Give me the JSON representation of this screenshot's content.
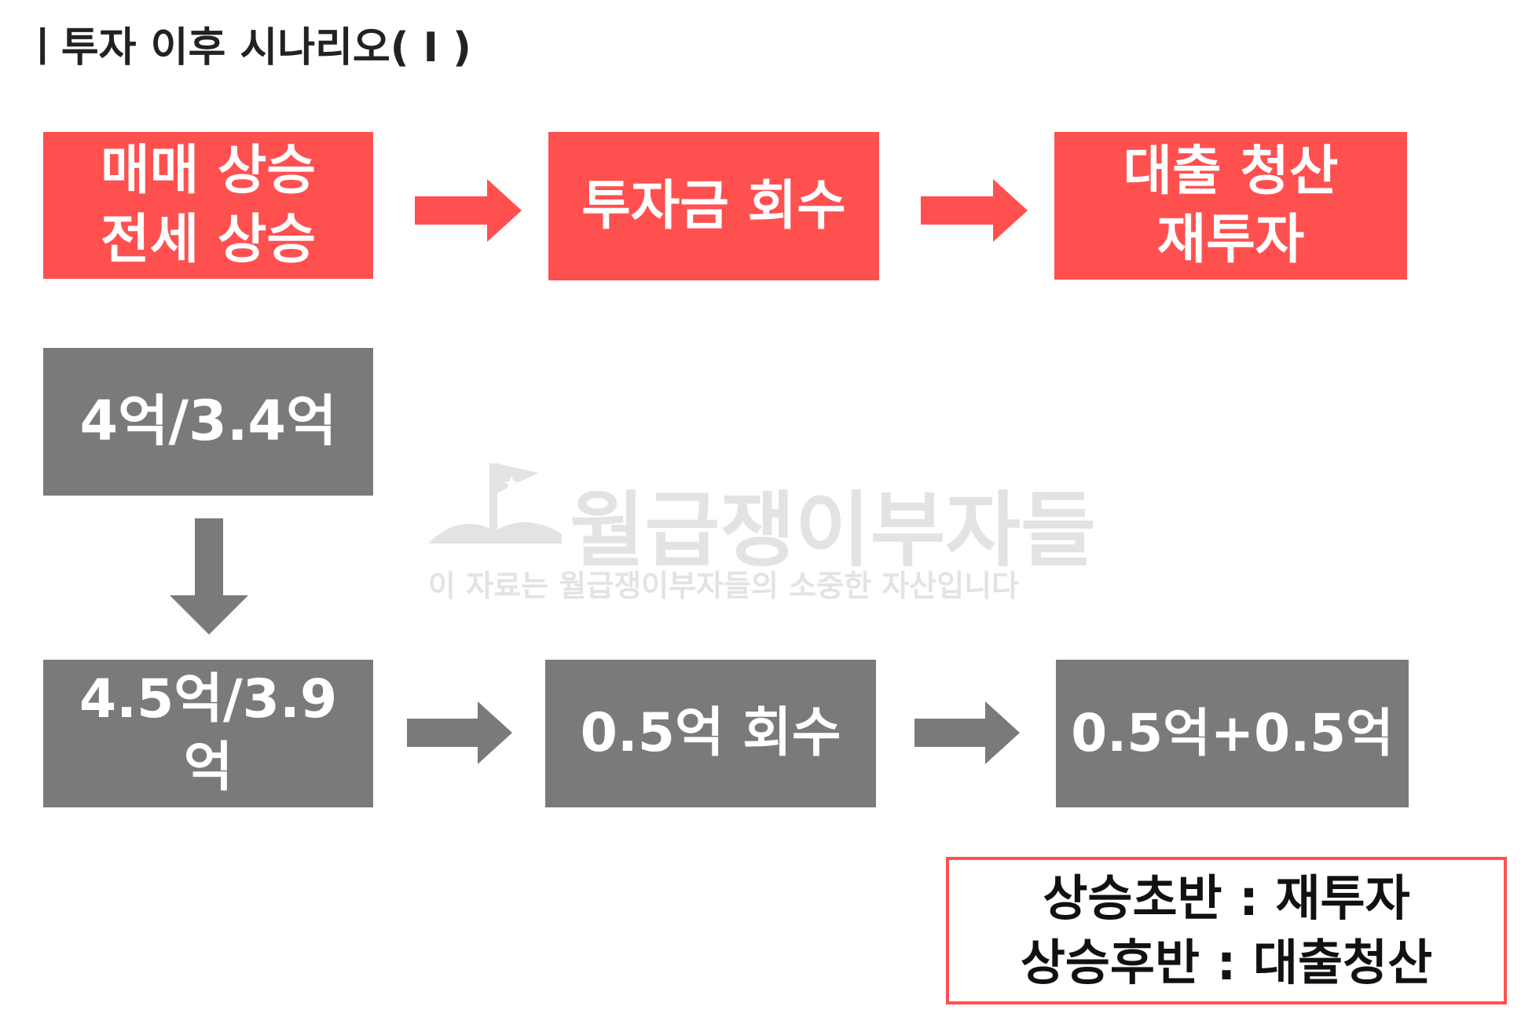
{
  "title": "ㅣ투자 이후 시나리오( Ⅰ )",
  "colors": {
    "red_box": "#ff5050",
    "gray_box": "#7a7a7a",
    "note_border": "#ff5050"
  },
  "top_row": {
    "box1": "매매 상승\n전세 상승",
    "box2": "투자금 회수",
    "box3": "대출 청산\n재투자"
  },
  "gray_boxes": {
    "box_a": "4억/3.4억",
    "box_b": "4.5억/3.9\n억",
    "box_c": "0.5억 회수",
    "box_d": "0.5억+0.5억"
  },
  "watermark": {
    "title": "월급쟁이부자들",
    "subtitle": "이 자료는 월급쟁이부자들의 소중한 자산입니다",
    "icon": "flag-on-hill-logo"
  },
  "note": {
    "line1": "상승초반 : 재투자",
    "line2": "상승후반 : 대출청산"
  }
}
